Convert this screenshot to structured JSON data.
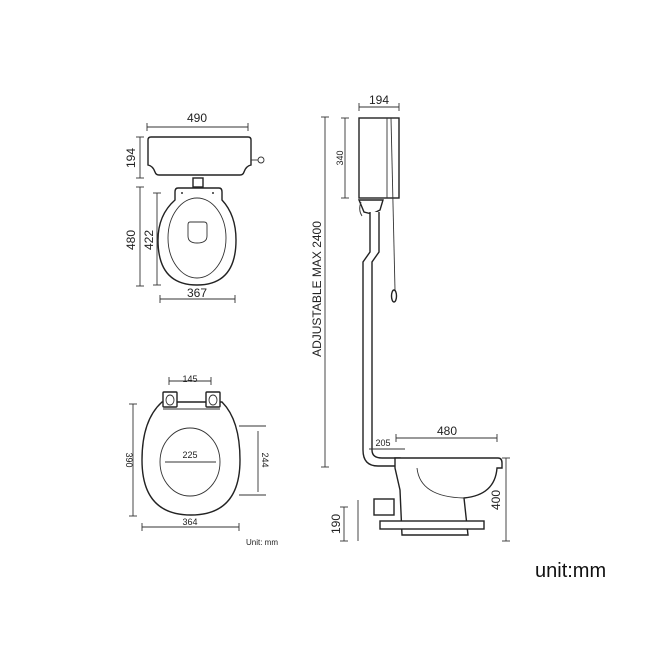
{
  "top_view": {
    "cistern_width": "490",
    "cistern_height": "194",
    "pan_length": "480",
    "seat_length": "422",
    "pan_width": "367"
  },
  "seat_view": {
    "hinge_spacing": "145",
    "seat_length": "390",
    "opening_width": "225",
    "opening_length": "244",
    "seat_width": "364",
    "unit_label": "Unit: mm"
  },
  "side_view": {
    "cistern_depth": "194",
    "cistern_height": "340",
    "adjustable_height": "ADJUSTABLE MAX 2400",
    "flush_offset": "205",
    "pan_projection": "480",
    "pan_height": "400",
    "outlet_height": "190"
  },
  "unit_label": "unit:mm",
  "colors": {
    "line": "#222222",
    "background": "#ffffff"
  }
}
